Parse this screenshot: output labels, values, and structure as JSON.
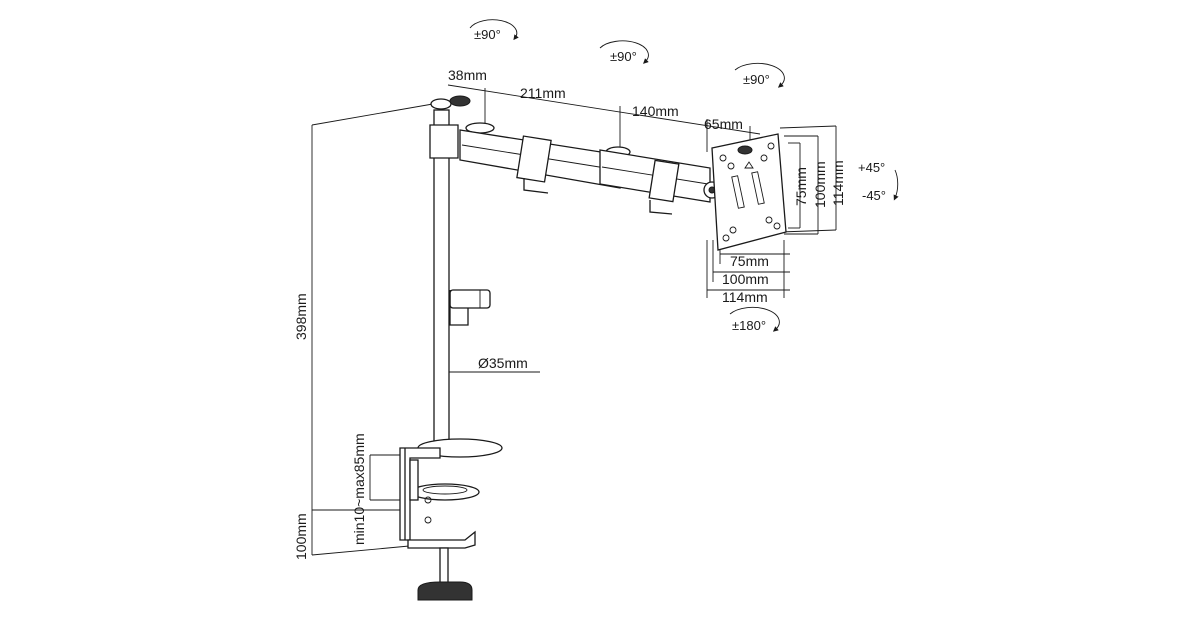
{
  "dimensions": {
    "arm_offset": "38mm",
    "arm1_length": "211mm",
    "arm2_length": "140mm",
    "tilt_offset": "65mm",
    "pole_height": "398mm",
    "pole_diameter": "Ø35mm",
    "clamp_range": "min10~max85mm",
    "clamp_height": "100mm",
    "vesa_75_h": "75mm",
    "vesa_100_h": "100mm",
    "vesa_114_h": "114mm",
    "vesa_75_v": "75mm",
    "vesa_100_v": "100mm",
    "vesa_114_v": "114mm"
  },
  "rotations": {
    "base_swivel": "±90°",
    "elbow_swivel": "±90°",
    "head_swivel": "±90°",
    "rotation": "±180°",
    "tilt_up": "+45°",
    "tilt_down": "-45°"
  },
  "colors": {
    "line": "#1a1a1a",
    "fill": "#ffffff",
    "dark": "#333333"
  }
}
